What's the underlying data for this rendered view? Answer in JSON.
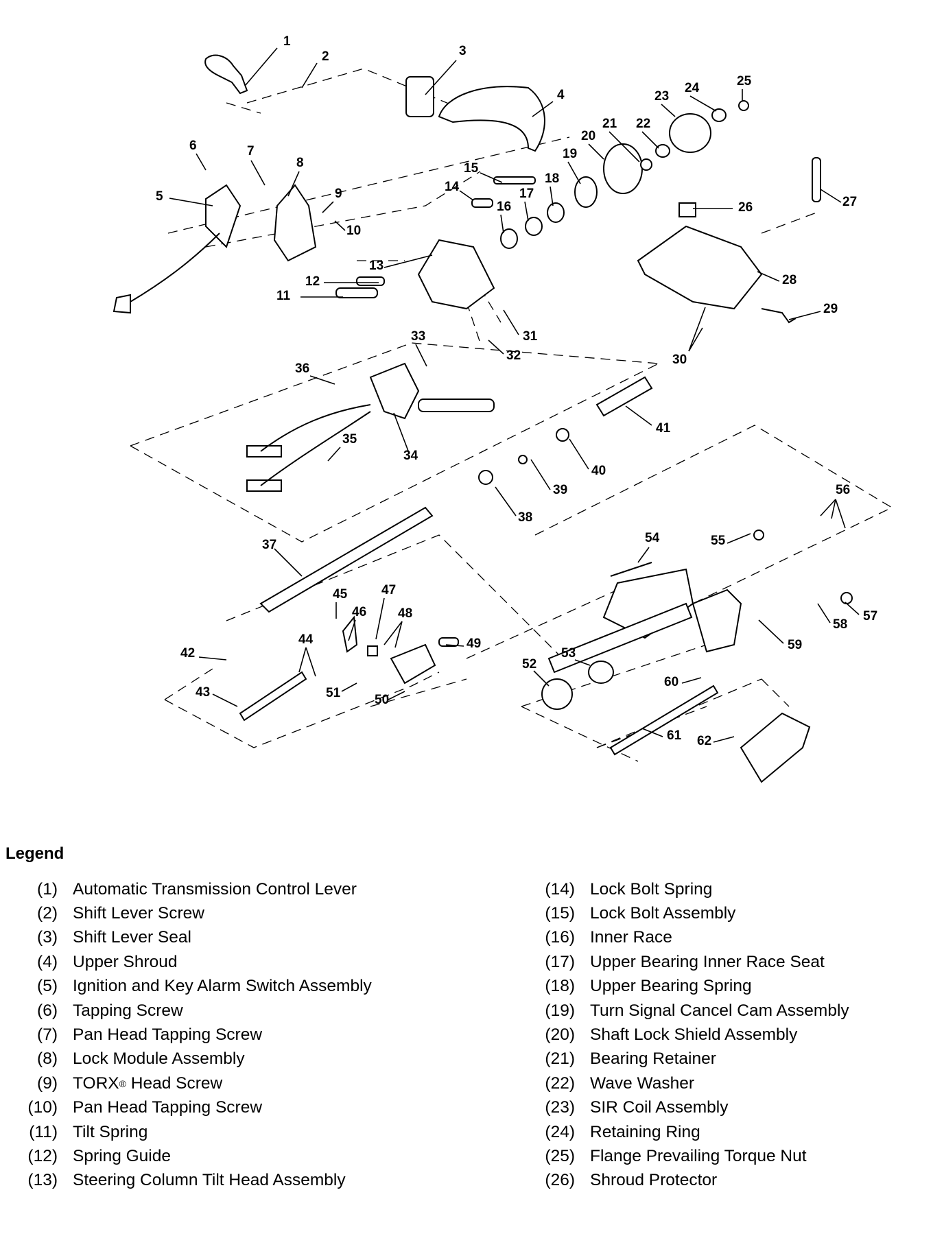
{
  "diagram": {
    "callouts": [
      "1",
      "2",
      "3",
      "4",
      "5",
      "6",
      "7",
      "8",
      "9",
      "10",
      "11",
      "12",
      "13",
      "14",
      "15",
      "16",
      "17",
      "18",
      "19",
      "20",
      "21",
      "22",
      "23",
      "24",
      "25",
      "26",
      "27",
      "28",
      "29",
      "30",
      "31",
      "32",
      "33",
      "34",
      "35",
      "36",
      "37",
      "38",
      "39",
      "40",
      "41",
      "42",
      "43",
      "44",
      "45",
      "46",
      "47",
      "48",
      "49",
      "50",
      "51",
      "52",
      "53",
      "54",
      "55",
      "56",
      "57",
      "58",
      "59",
      "60",
      "61",
      "62"
    ]
  },
  "legend": {
    "title": "Legend",
    "left": [
      {
        "num": "(1)",
        "text": "Automatic Transmission Control Lever"
      },
      {
        "num": "(2)",
        "text": "Shift Lever Screw"
      },
      {
        "num": "(3)",
        "text": "Shift Lever Seal"
      },
      {
        "num": "(4)",
        "text": "Upper Shroud"
      },
      {
        "num": "(5)",
        "text": "Ignition and Key Alarm Switch Assembly"
      },
      {
        "num": "(6)",
        "text": "Tapping Screw"
      },
      {
        "num": "(7)",
        "text": "Pan Head Tapping Screw"
      },
      {
        "num": "(8)",
        "text": "Lock Module Assembly"
      },
      {
        "num": "(9)",
        "text": "TORX",
        "sup": "®",
        "text2": " Head Screw"
      },
      {
        "num": "(10)",
        "text": "Pan Head Tapping Screw"
      },
      {
        "num": "(11)",
        "text": "Tilt Spring"
      },
      {
        "num": "(12)",
        "text": "Spring Guide"
      },
      {
        "num": "(13)",
        "text": "Steering Column Tilt Head Assembly"
      }
    ],
    "right": [
      {
        "num": "(14)",
        "text": "Lock Bolt Spring"
      },
      {
        "num": "(15)",
        "text": "Lock Bolt Assembly"
      },
      {
        "num": "(16)",
        "text": "Inner Race"
      },
      {
        "num": "(17)",
        "text": "Upper Bearing Inner Race Seat"
      },
      {
        "num": "(18)",
        "text": "Upper Bearing Spring"
      },
      {
        "num": "(19)",
        "text": "Turn Signal Cancel Cam Assembly"
      },
      {
        "num": "(20)",
        "text": "Shaft Lock Shield Assembly"
      },
      {
        "num": "(21)",
        "text": "Bearing Retainer"
      },
      {
        "num": "(22)",
        "text": "Wave Washer"
      },
      {
        "num": "(23)",
        "text": "SIR Coil Assembly"
      },
      {
        "num": "(24)",
        "text": "Retaining Ring"
      },
      {
        "num": "(25)",
        "text": "Flange Prevailing Torque Nut"
      },
      {
        "num": "(26)",
        "text": "Shroud Protector"
      }
    ]
  }
}
